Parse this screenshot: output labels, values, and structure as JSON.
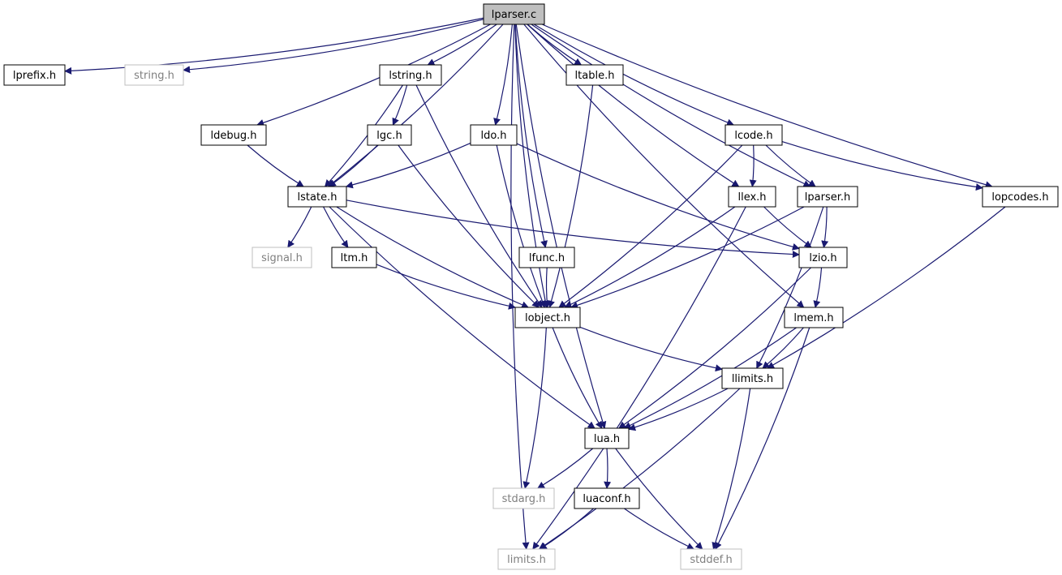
{
  "colors": {
    "edge": "#191970",
    "node_border": "#000000",
    "node_text": "#000000",
    "root_fill": "#bfbfbf",
    "external_border": "#bfbfbf",
    "external_text": "#7f7f7f",
    "background": "#ffffff"
  },
  "nodes": {
    "lparser_c": {
      "label": "lparser.c",
      "kind": "root"
    },
    "lprefix_h": {
      "label": "lprefix.h",
      "kind": "local"
    },
    "string_h": {
      "label": "string.h",
      "kind": "external"
    },
    "lstring_h": {
      "label": "lstring.h",
      "kind": "local"
    },
    "ltable_h": {
      "label": "ltable.h",
      "kind": "local"
    },
    "ldebug_h": {
      "label": "ldebug.h",
      "kind": "local"
    },
    "lgc_h": {
      "label": "lgc.h",
      "kind": "local"
    },
    "ldo_h": {
      "label": "ldo.h",
      "kind": "local"
    },
    "lcode_h": {
      "label": "lcode.h",
      "kind": "local"
    },
    "lstate_h": {
      "label": "lstate.h",
      "kind": "local"
    },
    "llex_h": {
      "label": "llex.h",
      "kind": "local"
    },
    "lparser_h": {
      "label": "lparser.h",
      "kind": "local"
    },
    "lopcodes_h": {
      "label": "lopcodes.h",
      "kind": "local"
    },
    "signal_h": {
      "label": "signal.h",
      "kind": "external"
    },
    "ltm_h": {
      "label": "ltm.h",
      "kind": "local"
    },
    "lfunc_h": {
      "label": "lfunc.h",
      "kind": "local"
    },
    "lzio_h": {
      "label": "lzio.h",
      "kind": "local"
    },
    "lobject_h": {
      "label": "lobject.h",
      "kind": "local"
    },
    "lmem_h": {
      "label": "lmem.h",
      "kind": "local"
    },
    "llimits_h": {
      "label": "llimits.h",
      "kind": "local"
    },
    "lua_h": {
      "label": "lua.h",
      "kind": "local"
    },
    "stdarg_h": {
      "label": "stdarg.h",
      "kind": "external"
    },
    "luaconf_h": {
      "label": "luaconf.h",
      "kind": "local"
    },
    "limits_h": {
      "label": "limits.h",
      "kind": "external"
    },
    "stddef_h": {
      "label": "stddef.h",
      "kind": "external"
    }
  },
  "edges": [
    [
      "lparser_c",
      "lprefix_h"
    ],
    [
      "lparser_c",
      "string_h"
    ],
    [
      "lparser_c",
      "lstring_h"
    ],
    [
      "lparser_c",
      "ltable_h"
    ],
    [
      "lparser_c",
      "ldebug_h"
    ],
    [
      "lparser_c",
      "ldo_h"
    ],
    [
      "lparser_c",
      "lcode_h"
    ],
    [
      "lparser_c",
      "lstate_h"
    ],
    [
      "lparser_c",
      "llex_h"
    ],
    [
      "lparser_c",
      "lparser_h"
    ],
    [
      "lparser_c",
      "lopcodes_h"
    ],
    [
      "lparser_c",
      "lfunc_h"
    ],
    [
      "lparser_c",
      "lobject_h"
    ],
    [
      "lparser_c",
      "lmem_h"
    ],
    [
      "lparser_c",
      "lua_h"
    ],
    [
      "lparser_c",
      "limits_h"
    ],
    [
      "lstring_h",
      "lgc_h"
    ],
    [
      "lstring_h",
      "lstate_h"
    ],
    [
      "lstring_h",
      "lobject_h"
    ],
    [
      "ltable_h",
      "lobject_h"
    ],
    [
      "ldebug_h",
      "lstate_h"
    ],
    [
      "lgc_h",
      "lstate_h"
    ],
    [
      "lgc_h",
      "lobject_h"
    ],
    [
      "ldo_h",
      "lstate_h"
    ],
    [
      "ldo_h",
      "lobject_h"
    ],
    [
      "ldo_h",
      "lzio_h"
    ],
    [
      "lcode_h",
      "llex_h"
    ],
    [
      "lcode_h",
      "lparser_h"
    ],
    [
      "lcode_h",
      "lopcodes_h"
    ],
    [
      "lcode_h",
      "lobject_h"
    ],
    [
      "lstate_h",
      "signal_h"
    ],
    [
      "lstate_h",
      "ltm_h"
    ],
    [
      "lstate_h",
      "lzio_h"
    ],
    [
      "lstate_h",
      "lobject_h"
    ],
    [
      "lstate_h",
      "lua_h"
    ],
    [
      "llex_h",
      "lzio_h"
    ],
    [
      "llex_h",
      "lobject_h"
    ],
    [
      "llex_h",
      "limits_h"
    ],
    [
      "lparser_h",
      "lzio_h"
    ],
    [
      "lparser_h",
      "lobject_h"
    ],
    [
      "lparser_h",
      "llimits_h"
    ],
    [
      "lopcodes_h",
      "llimits_h"
    ],
    [
      "ltm_h",
      "lobject_h"
    ],
    [
      "lfunc_h",
      "lobject_h"
    ],
    [
      "lzio_h",
      "lmem_h"
    ],
    [
      "lzio_h",
      "lua_h"
    ],
    [
      "lobject_h",
      "llimits_h"
    ],
    [
      "lobject_h",
      "lua_h"
    ],
    [
      "lobject_h",
      "stdarg_h"
    ],
    [
      "lmem_h",
      "llimits_h"
    ],
    [
      "lmem_h",
      "lua_h"
    ],
    [
      "lmem_h",
      "stddef_h"
    ],
    [
      "llimits_h",
      "lua_h"
    ],
    [
      "llimits_h",
      "limits_h"
    ],
    [
      "llimits_h",
      "stddef_h"
    ],
    [
      "lua_h",
      "stdarg_h"
    ],
    [
      "lua_h",
      "luaconf_h"
    ],
    [
      "lua_h",
      "stddef_h"
    ],
    [
      "luaconf_h",
      "limits_h"
    ],
    [
      "luaconf_h",
      "stddef_h"
    ]
  ]
}
